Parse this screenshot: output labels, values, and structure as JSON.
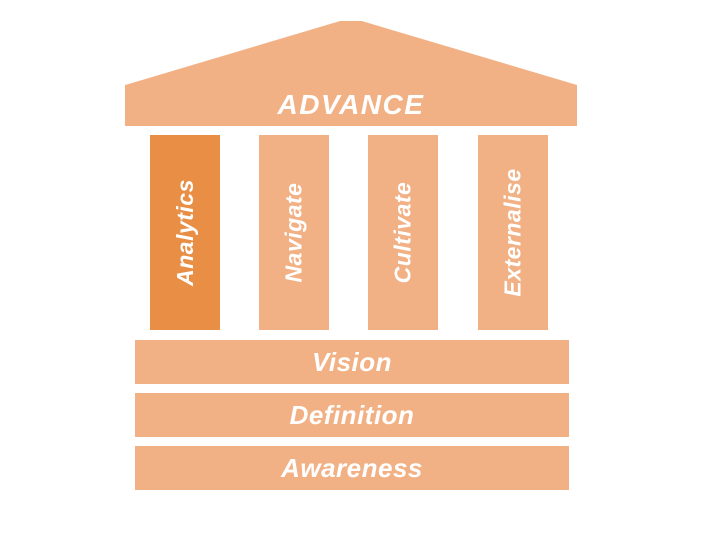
{
  "diagram": {
    "pediment": {
      "label": "ADVANCE"
    },
    "pillars": [
      {
        "label": "Analytics",
        "highlighted": true
      },
      {
        "label": "Navigate",
        "highlighted": false
      },
      {
        "label": "Cultivate",
        "highlighted": false
      },
      {
        "label": "Externalise",
        "highlighted": false
      }
    ],
    "foundations": [
      {
        "label": "Vision"
      },
      {
        "label": "Definition"
      },
      {
        "label": "Awareness"
      }
    ],
    "colors": {
      "shape_light_orange": "#F2B184",
      "pillar_highlight_orange": "#E88F45",
      "label_text": "#FFFFFF",
      "background": "#FFFFFF"
    }
  }
}
